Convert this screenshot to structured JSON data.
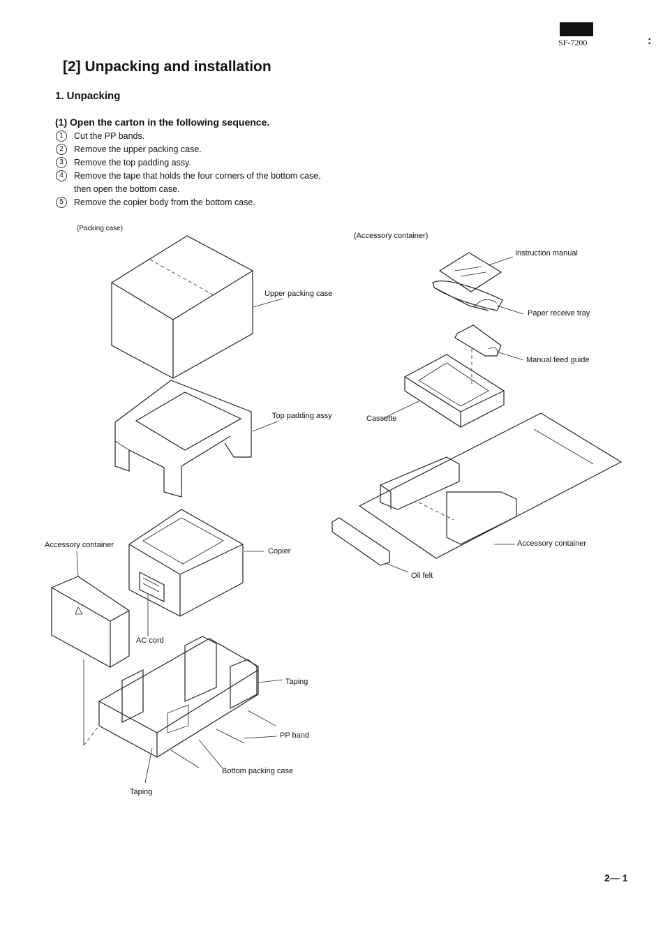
{
  "header": {
    "model": "SF-7200",
    "edge_mark": ":"
  },
  "section_title": "[2] Unpacking and installation",
  "sub_title": "1. Unpacking",
  "step_title": "(1) Open the carton in the following sequence.",
  "steps": [
    {
      "num": "1",
      "text": "Cut the PP bands."
    },
    {
      "num": "2",
      "text": "Remove the upper packing case."
    },
    {
      "num": "3",
      "text": "Remove the top padding assy."
    },
    {
      "num": "4",
      "text": "Remove the tape that holds the four corners of the bottom case, then open the bottom case."
    },
    {
      "num": "5",
      "text": "Remove the copier body from the bottom case."
    }
  ],
  "figure_labels": {
    "packing_case": "(Packing case)",
    "accessory_container_heading": "(Accessory container)",
    "upper_packing_case": "Upper packing case",
    "top_padding_assy": "Top padding assy",
    "instruction_manual": "Instruction manual",
    "paper_receive_tray": "Paper receive tray",
    "manual_feed_guide": "Manual feed guide",
    "cassette": "Cassette",
    "accessory_container_left": "Accessory container",
    "accessory_container_right": "Accessory container",
    "copier": "Copier",
    "oil_felt": "Oil felt",
    "ac_cord": "AC cord",
    "taping_right": "Taping",
    "pp_band": "PP band",
    "bottom_packing_case": "Bottom packing case",
    "taping_bottom": "Taping"
  },
  "page_number": "2— 1"
}
